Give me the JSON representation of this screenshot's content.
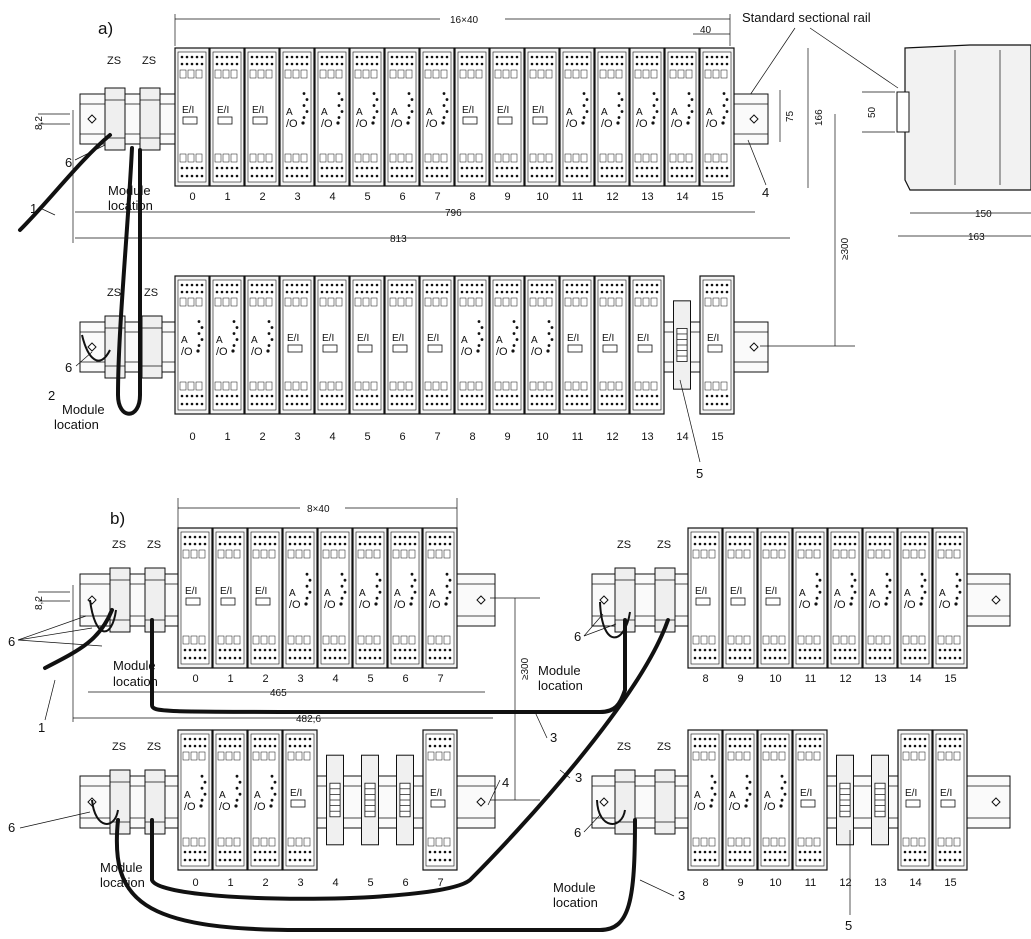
{
  "section_a": {
    "label": "a)",
    "rail_title": "Standard sectional rail",
    "dims": {
      "width": "16×40",
      "step": "40",
      "len1": "796",
      "len2": "813",
      "h1": "8,2",
      "h2": "75",
      "h3": "166",
      "spacing": "≥300",
      "p1": "50",
      "p2": "150",
      "p3": "163"
    },
    "zs": "ZS",
    "module_location": [
      "Module",
      "location"
    ],
    "callouts": [
      "1",
      "2",
      "4",
      "5",
      "6"
    ],
    "row1": {
      "slots": [
        "0",
        "1",
        "2",
        "3",
        "4",
        "5",
        "6",
        "7",
        "8",
        "9",
        "10",
        "11",
        "12",
        "13",
        "14",
        "15"
      ],
      "kinds": [
        "EI",
        "EI",
        "EI",
        "AO",
        "AO",
        "AO",
        "AO",
        "AO",
        "EI",
        "EI",
        "EI",
        "AO",
        "AO",
        "AO",
        "AO",
        "AO"
      ]
    },
    "row2": {
      "slots": [
        "0",
        "1",
        "2",
        "3",
        "4",
        "5",
        "6",
        "7",
        "8",
        "9",
        "10",
        "11",
        "12",
        "13",
        "14",
        "15"
      ],
      "kinds": [
        "AO",
        "AO",
        "AO",
        "EI",
        "EI",
        "EI",
        "EI",
        "EI",
        "AO",
        "AO",
        "AO",
        "EI",
        "EI",
        "EI",
        "BUS",
        "EI"
      ]
    }
  },
  "section_b": {
    "label": "b)",
    "dims": {
      "width": "8×40",
      "h1": "8,2",
      "len1": "465",
      "len2": "482,6",
      "spacing": "≥300"
    },
    "zs": "ZS",
    "module_location": [
      "Module",
      "location"
    ],
    "callouts": [
      "1",
      "3",
      "4",
      "5",
      "6"
    ],
    "tl": {
      "slots": [
        "0",
        "1",
        "2",
        "3",
        "4",
        "5",
        "6",
        "7"
      ],
      "kinds": [
        "EI",
        "EI",
        "EI",
        "AO",
        "AO",
        "AO",
        "AO",
        "AO"
      ]
    },
    "tr": {
      "slots": [
        "8",
        "9",
        "10",
        "11",
        "12",
        "13",
        "14",
        "15"
      ],
      "kinds": [
        "EI",
        "EI",
        "EI",
        "AO",
        "AO",
        "AO",
        "AO",
        "AO"
      ]
    },
    "bl": {
      "slots": [
        "0",
        "1",
        "2",
        "3",
        "4",
        "5",
        "6",
        "7"
      ],
      "kinds": [
        "AO",
        "AO",
        "AO",
        "EI",
        "BUS",
        "BUS",
        "BUS",
        "EI"
      ]
    },
    "br": {
      "slots": [
        "8",
        "9",
        "10",
        "11",
        "12",
        "13",
        "14",
        "15"
      ],
      "kinds": [
        "AO",
        "AO",
        "AO",
        "EI",
        "BUS",
        "BUS",
        "EI",
        "EI"
      ]
    }
  },
  "module_text": {
    "ei": "E/I",
    "ao_a": "A",
    "ao_io": "/O"
  }
}
